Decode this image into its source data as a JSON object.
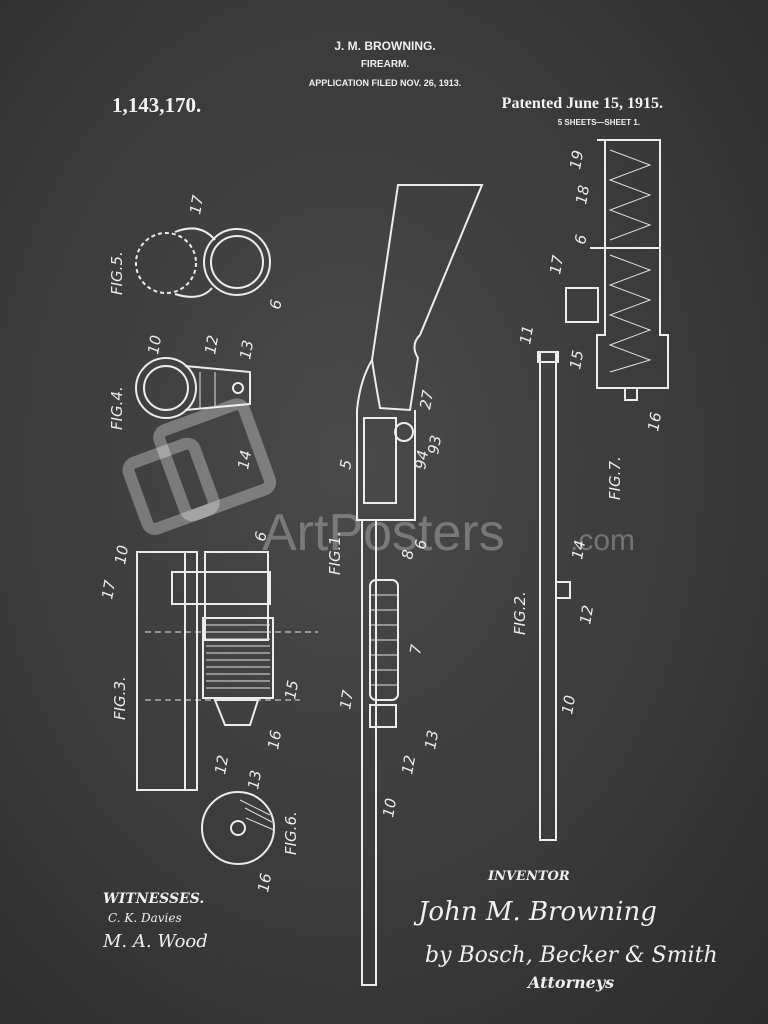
{
  "header": {
    "inventor": "J. M. BROWNING.",
    "title": "FIREARM.",
    "filed": "APPLICATION FILED NOV. 26, 1913.",
    "patent_number": "1,143,170.",
    "patented": "Patented June 15, 1915.",
    "sheets": "5 SHEETS—SHEET 1."
  },
  "figures": {
    "fig1": "FIG.1.",
    "fig2": "FIG.2.",
    "fig3": "FIG.3.",
    "fig4": "FIG.4.",
    "fig5": "FIG.5.",
    "fig6": "FIG.6.",
    "fig7": "FIG.7."
  },
  "numerals": {
    "n17a": "17",
    "n6a": "6",
    "n10a": "10",
    "n12a": "12",
    "n13a": "13",
    "n14a": "14",
    "n10b": "10",
    "n6b": "6",
    "n17b": "17",
    "n15a": "15",
    "n16a": "16",
    "n12b": "12",
    "n13b": "13",
    "n16b": "16",
    "n5": "5",
    "n27": "27",
    "n93": "93",
    "n94": "94",
    "n8": "8",
    "n6c": "6",
    "n7": "7",
    "n17c": "17",
    "n12c": "12",
    "n13c": "13",
    "n10c": "10",
    "n11": "11",
    "n14b": "14",
    "n12d": "12",
    "n10d": "10",
    "n19": "19",
    "n18": "18",
    "n6d": "6",
    "n17d": "17",
    "n15b": "15",
    "n16c": "16"
  },
  "footer": {
    "witnesses_label": "WITNESSES.",
    "witness1": "C. K. Davies",
    "witness2": "M. A. Wood",
    "inventor_label": "INVENTOR",
    "inventor_signature": "John M. Browning",
    "attorney_signature": "by Bosch, Becker & Smith",
    "attorneys_label": "Attorneys"
  },
  "watermark": {
    "brand": "ArtPosters",
    "suffix": ".com"
  }
}
